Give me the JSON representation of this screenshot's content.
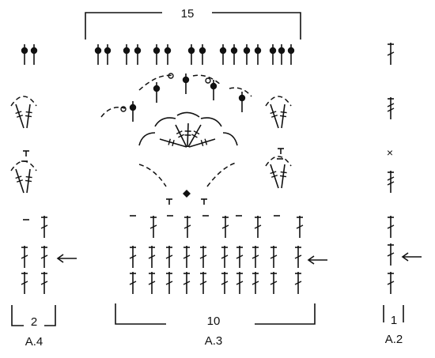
{
  "charts": {
    "a4": {
      "label": "A.4",
      "repeat": "2"
    },
    "a3": {
      "label": "A.3",
      "repeat_bottom": "10",
      "repeat_top": "15"
    },
    "a2": {
      "label": "A.2",
      "repeat": "1"
    }
  },
  "symbols": {
    "times": "×"
  }
}
